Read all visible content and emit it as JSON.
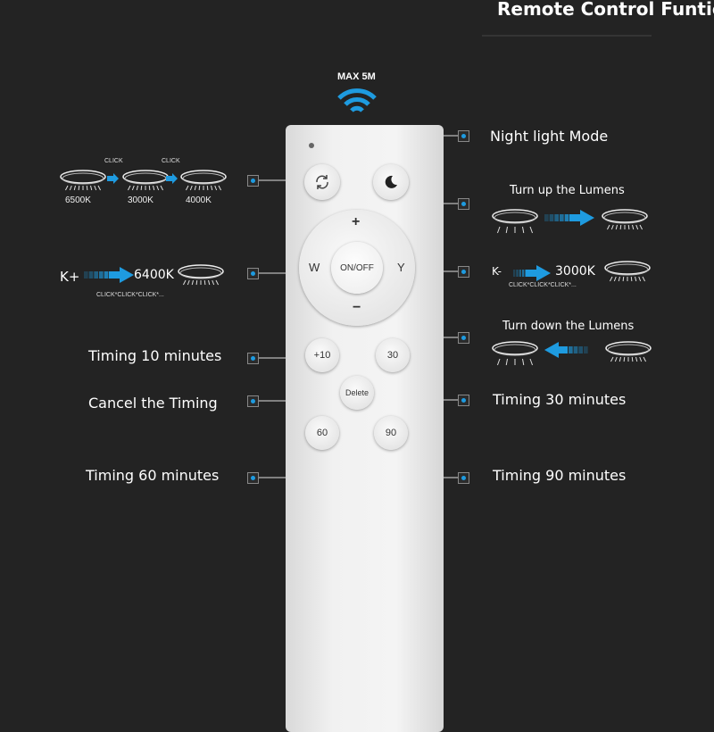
{
  "header": {
    "title": "Remote Control Funtic"
  },
  "range": {
    "label": "MAX 5M"
  },
  "remote": {
    "buttons": {
      "cycle": "cycle-icon",
      "night": "moon-icon",
      "plus": "+",
      "minus": "−",
      "w": "W",
      "y": "Y",
      "power": "ON/OFF",
      "t10": "+10",
      "t30": "30",
      "delete": "Delete",
      "t60": "60",
      "t90": "90"
    }
  },
  "left": {
    "cct_cycle": {
      "click1": "CLICK",
      "click2": "CLICK",
      "t1": "6500K",
      "t2": "3000K",
      "t3": "4000K"
    },
    "kplus": {
      "label": "K+",
      "value": "6400K",
      "clicks": "CLICK*CLICK*CLICK*..."
    },
    "timing10": "Timing 10 minutes",
    "cancel": "Cancel the Timing",
    "timing60": "Timing 60 minutes"
  },
  "right": {
    "night": "Night light Mode",
    "up": "Turn up the Lumens",
    "kminus": {
      "label": "K-",
      "value": "3000K",
      "clicks": "CLICK*CLICK*CLICK*..."
    },
    "down": "Turn down the Lumens",
    "timing30": "Timing 30 minutes",
    "timing90": "Timing 90 minutes"
  },
  "colors": {
    "accent": "#1e9be0",
    "background": "#232323"
  }
}
